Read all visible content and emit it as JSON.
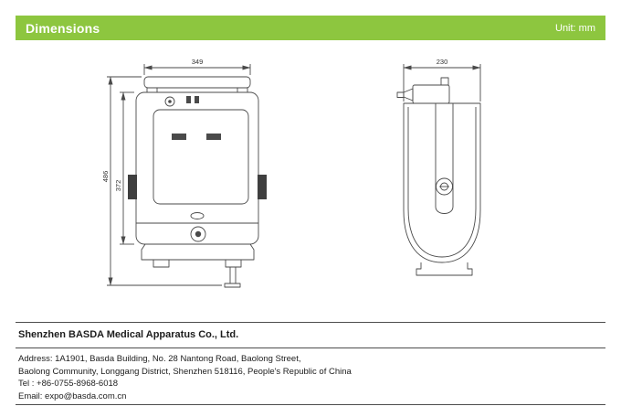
{
  "header": {
    "title": "Dimensions",
    "unit_label": "Unit: mm",
    "accent_color": "#8dc63f",
    "text_color": "#ffffff"
  },
  "drawings": {
    "front_view": {
      "width_mm": "349",
      "total_height_mm": "486",
      "body_height_mm": "372"
    },
    "side_view": {
      "width_mm": "230"
    }
  },
  "footer": {
    "company_name": "Shenzhen BASDA Medical Apparatus Co., Ltd.",
    "address_line1": "Address: 1A1901, Basda Building, No. 28 Nantong Road, Baolong Street,",
    "address_line2": "Baolong Community, Longgang District, Shenzhen 518116, People's Republic of China",
    "tel": "Tel : +86-0755-8968-6018",
    "email": "Email: expo@basda.com.cn"
  }
}
